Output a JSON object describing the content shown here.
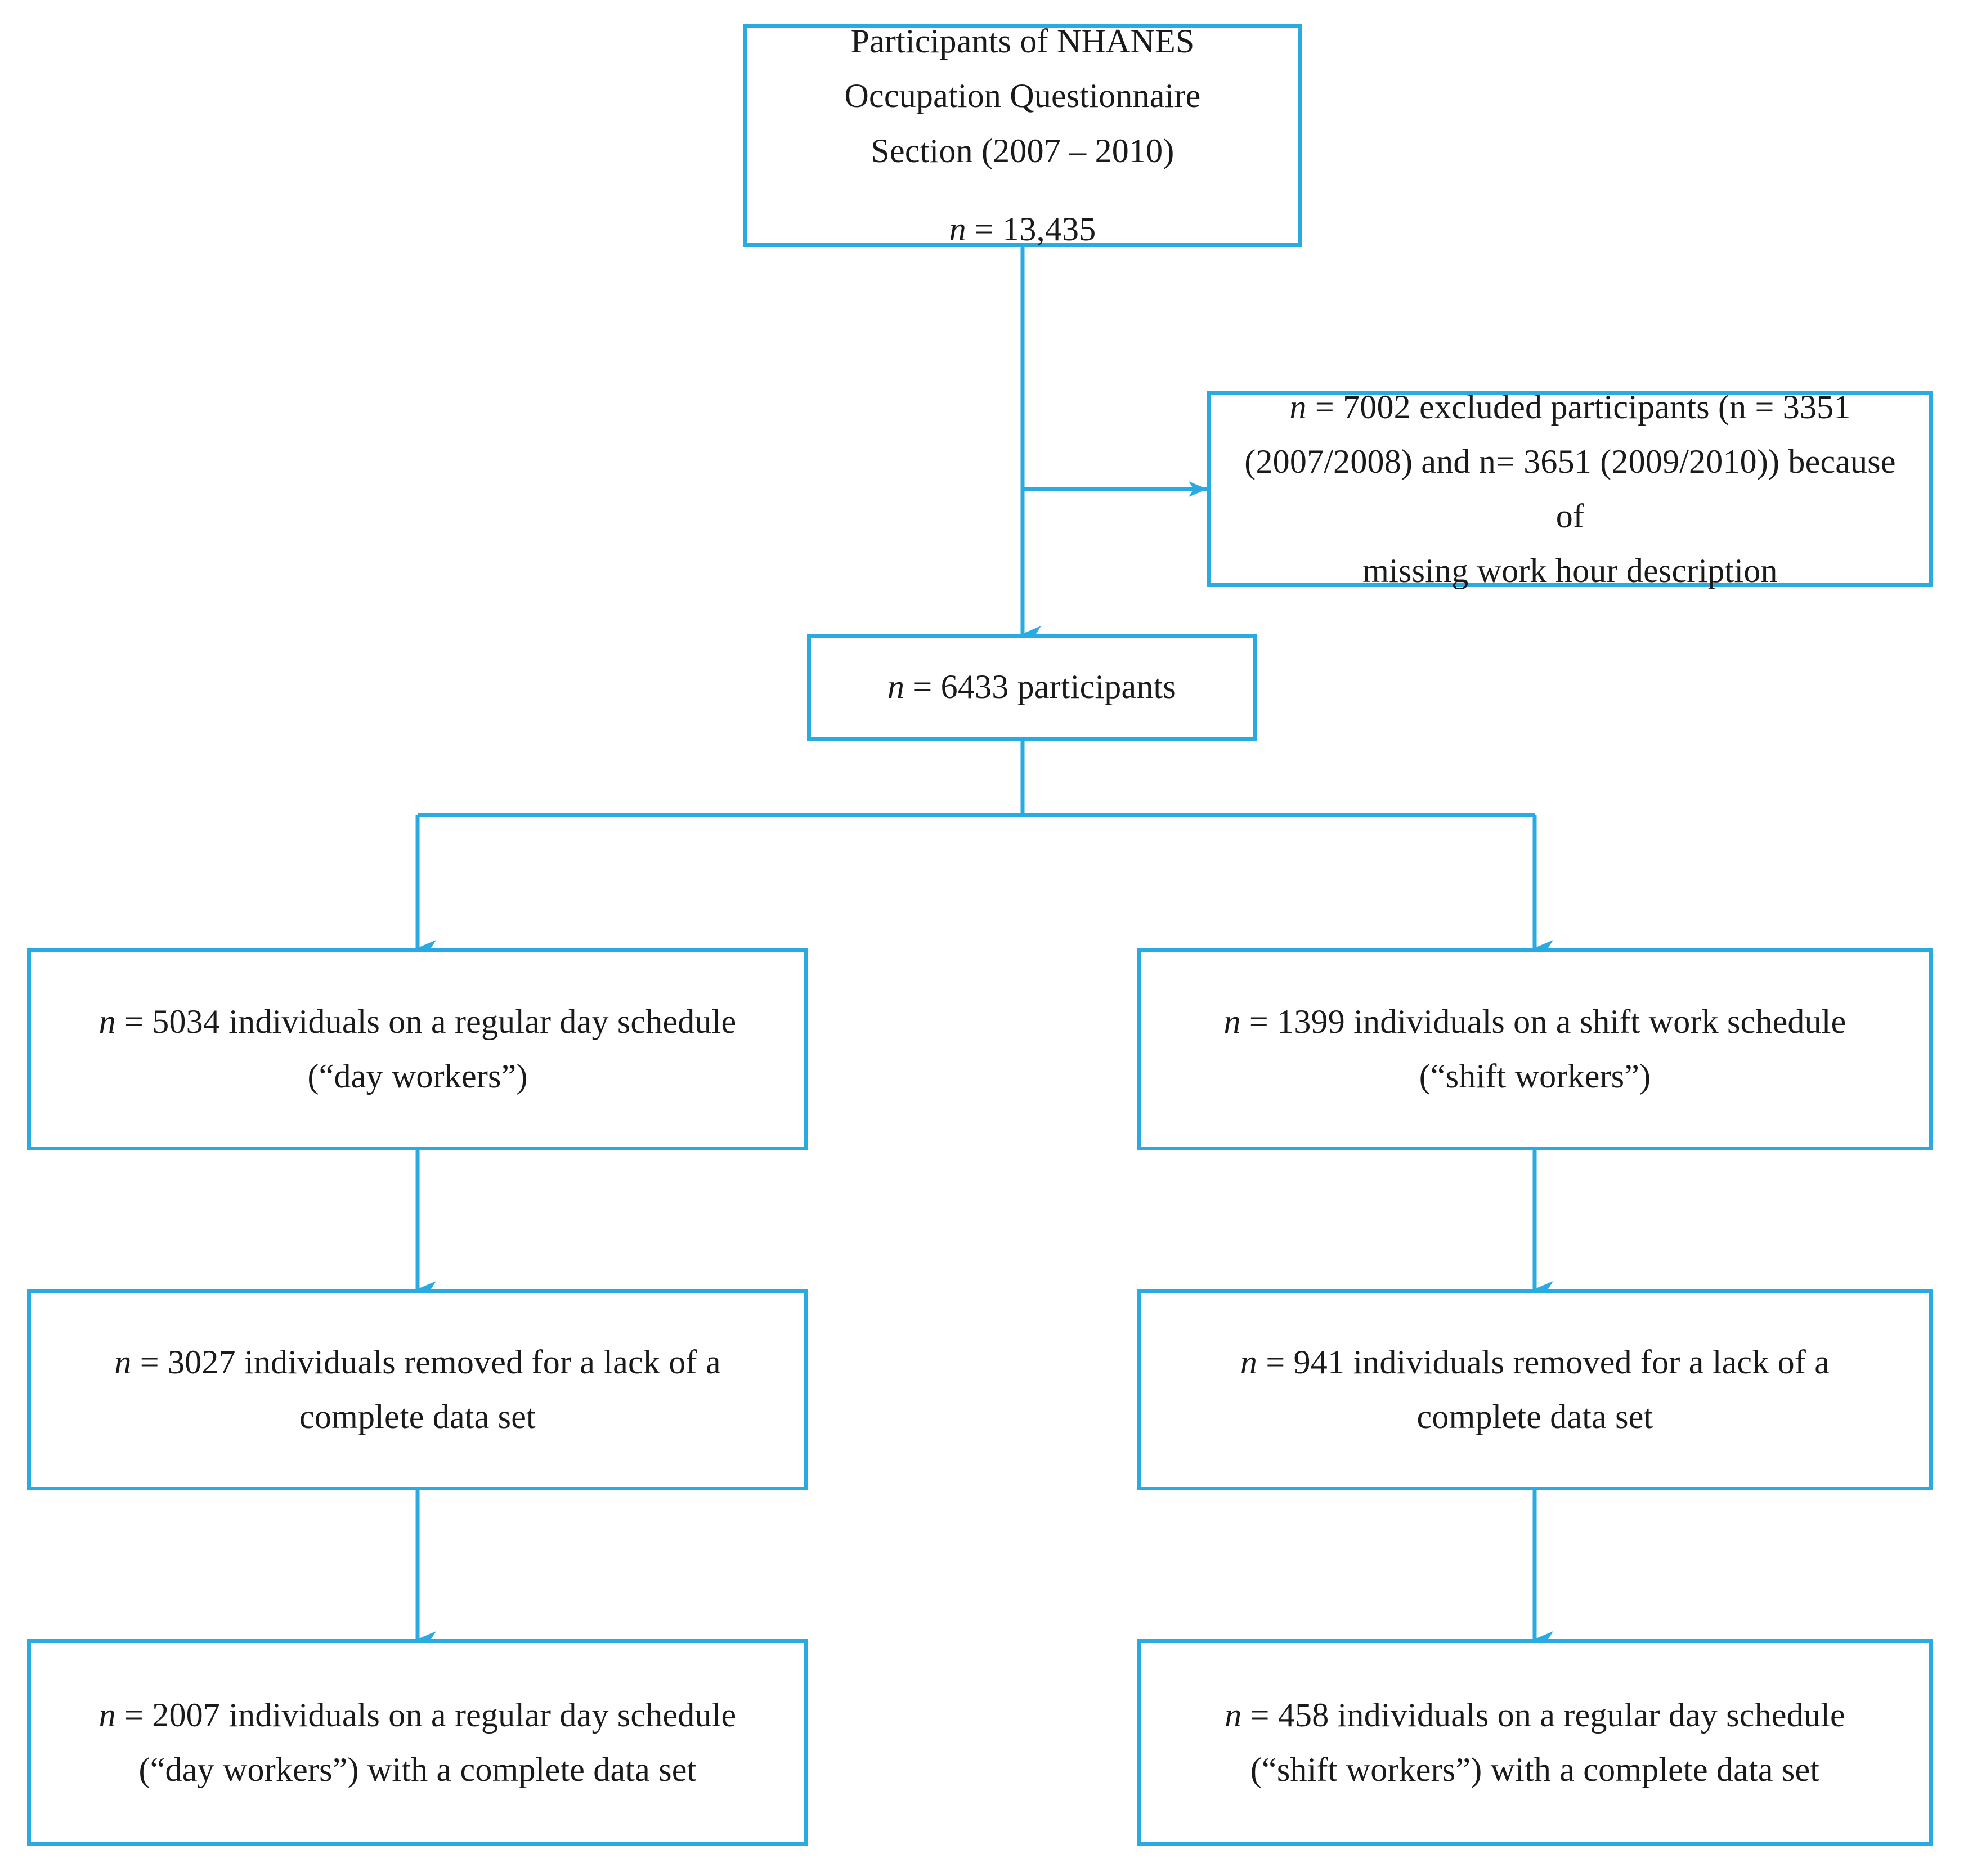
{
  "diagram": {
    "type": "flowchart",
    "title": "NHANES participant selection flow",
    "accent_color": "#29ABE2",
    "background_color": "#FFFFFF",
    "text_color": "#1A1A1A"
  },
  "nodes": {
    "top": {
      "id": "participants-source",
      "lines": [
        "Participants of NHANES",
        "Occupation Questionnaire",
        "Section (2007 – 2010)"
      ],
      "count_prefix": "n",
      "count_equals": " = ",
      "count_value": "13,435"
    },
    "excluded": {
      "id": "excluded-participants",
      "count_prefix": "n",
      "line1": " = 7002 excluded participants (n = 3351",
      "line2": "(2007/2008) and n= 3651 (2009/2010)) because of",
      "line3": "missing work hour description"
    },
    "eligible": {
      "id": "eligible-participants",
      "count_prefix": "n",
      "text": " = 6433 participants"
    },
    "day_workers": {
      "id": "day-workers",
      "count_prefix": "n",
      "line1": " = 5034 individuals on a regular day schedule",
      "line2": "(“day workers”)"
    },
    "shift_workers": {
      "id": "shift-workers",
      "count_prefix": "n",
      "line1": " = 1399 individuals on a shift work schedule",
      "line2": "(“shift workers”)"
    },
    "day_removed": {
      "id": "day-workers-removed",
      "count_prefix": "n",
      "line1": " = 3027 individuals removed for a lack of a",
      "line2": "complete data set"
    },
    "shift_removed": {
      "id": "shift-workers-removed",
      "count_prefix": "n",
      "line1": " = 941 individuals removed for a lack of a",
      "line2": "complete data set"
    },
    "day_final": {
      "id": "day-workers-final",
      "count_prefix": "n",
      "line1": " = 2007 individuals on a regular day schedule",
      "line2": "(“day workers”) with a complete data set"
    },
    "shift_final": {
      "id": "shift-workers-final",
      "count_prefix": "n",
      "line1": " = 458 individuals on a regular day schedule",
      "line2": "(“shift workers”) with a complete data set"
    }
  }
}
